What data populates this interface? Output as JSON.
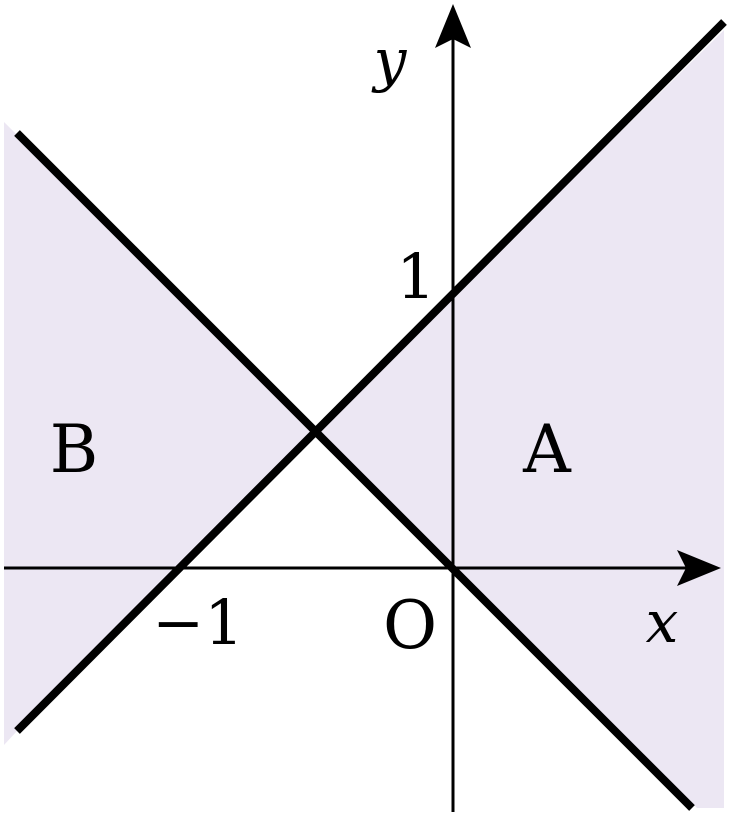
{
  "diagram": {
    "region_color": "#ece7f3",
    "line_color": "#000000",
    "labels": {
      "y_axis": "y",
      "x_axis": "x",
      "tick_y": "1",
      "tick_x": "−1",
      "origin": "O",
      "region_a": "A",
      "region_b": "B"
    },
    "lines": [
      {
        "name": "y = x + 1"
      },
      {
        "name": "y = -x"
      }
    ],
    "shaded_regions": [
      "A",
      "B"
    ]
  }
}
